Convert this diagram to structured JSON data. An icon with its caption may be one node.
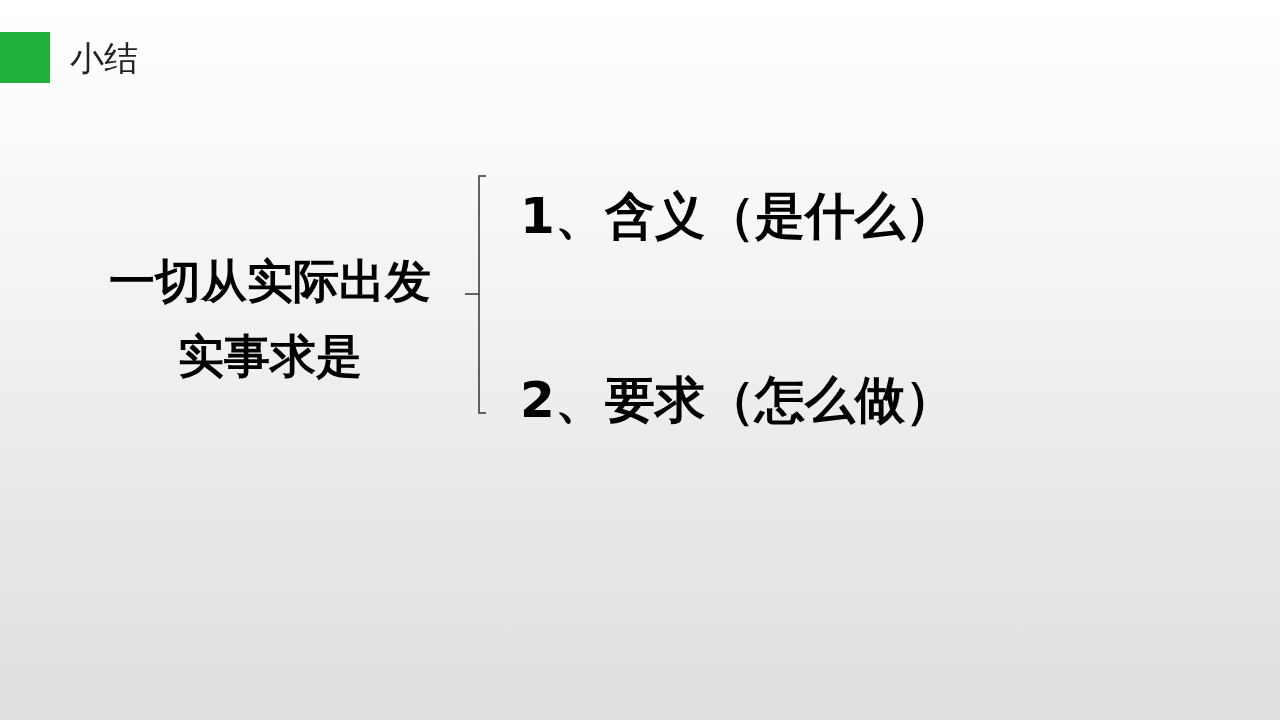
{
  "diagram": {
    "title": "小结",
    "labels": [
      "一切从实际出发",
      "实事求是",
      "1、含义（是什么）",
      "2、要求（怎么做）"
    ]
  }
}
